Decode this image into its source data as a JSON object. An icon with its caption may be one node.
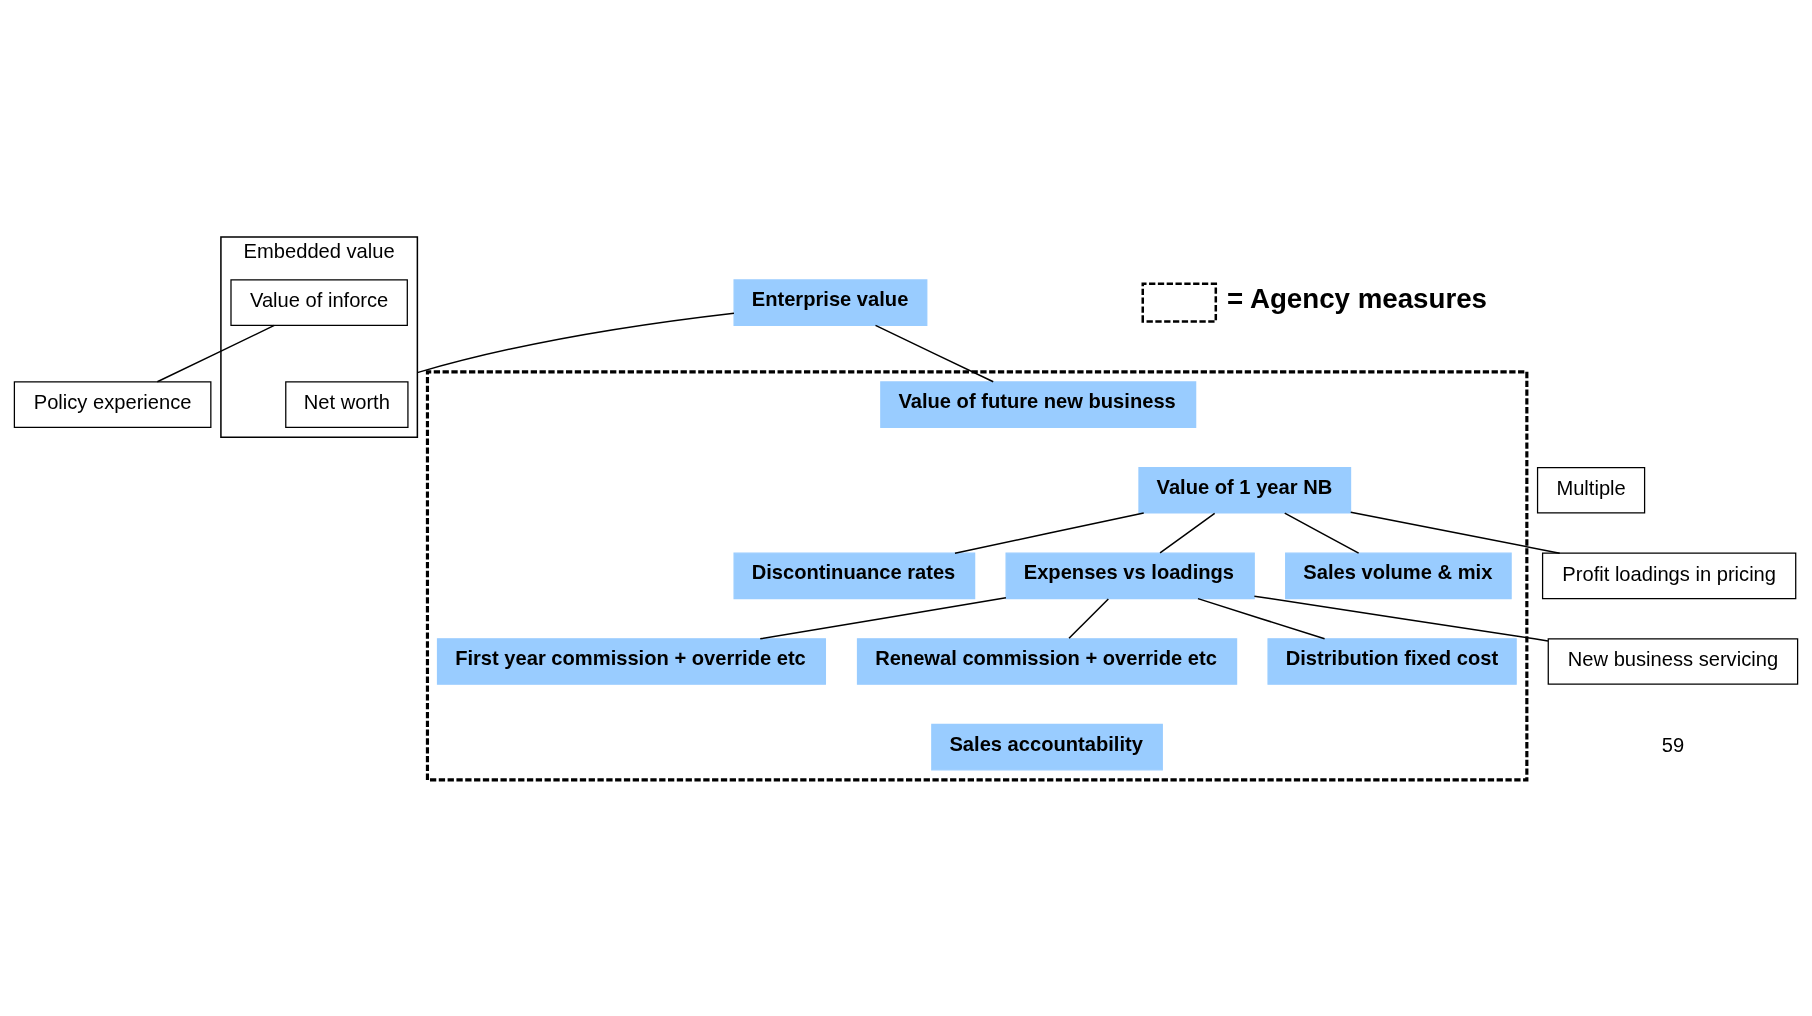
{
  "diagram": {
    "nodes": [
      {
        "text": [
          "Enterprise value"
        ]
      },
      {
        "text": [
          "Embedded value"
        ]
      },
      {
        "text": [
          "Net worth"
        ],
        "in": 1
      },
      {
        "text": [
          "Value of inforce"
        ],
        "in": 1
      },
      {
        "text": [],
        "shape": "box"
      },
      {
        "text": [
          "Value of future new business"
        ],
        "in": 4
      },
      {
        "text": [
          "Value of 1 year NB"
        ],
        "in": 4
      },
      {
        "text": [
          "Multiple"
        ]
      },
      {
        "text": [
          "Policy experience"
        ]
      },
      {
        "text": [
          "Discontinuance rates"
        ],
        "in": 4
      },
      {
        "text": [
          "Expenses vs loadings"
        ],
        "in": 4
      },
      {
        "text": [
          "Sales volume & mix"
        ],
        "in": 4
      },
      {
        "text": [
          "Profit loadings in pricing"
        ]
      },
      {
        "text": [
          "First year commission + override etc"
        ],
        "in": 4
      },
      {
        "text": [
          "Renewal commission + override etc"
        ],
        "in": 4
      },
      {
        "text": [
          "Distribution fixed cost"
        ],
        "in": 4
      },
      {
        "text": [
          "New business servicing"
        ]
      },
      {
        "text": [
          "Sales accountability"
        ],
        "in": 4
      }
    ],
    "edges": [
      {
        "from": 0,
        "to": 1,
        "arrow": "none"
      },
      {
        "from": 0,
        "to": 5,
        "arrow": "none"
      },
      {
        "from": 3,
        "to": 8,
        "arrow": "none"
      },
      {
        "from": 6,
        "to": 9,
        "arrow": "none"
      },
      {
        "from": 6,
        "to": 10,
        "arrow": "none"
      },
      {
        "from": 6,
        "to": 11,
        "arrow": "none"
      },
      {
        "from": 6,
        "to": 12,
        "arrow": "none"
      },
      {
        "from": 10,
        "to": 13,
        "arrow": "none"
      },
      {
        "from": 10,
        "to": 14,
        "arrow": "none"
      },
      {
        "from": 10,
        "to": 15,
        "arrow": "none"
      },
      {
        "from": 10,
        "to": 16,
        "arrow": "none"
      }
    ],
    "labels": [
      "59"
    ],
    "legend": [
      {
        "text": "= Agency measures"
      }
    ]
  }
}
